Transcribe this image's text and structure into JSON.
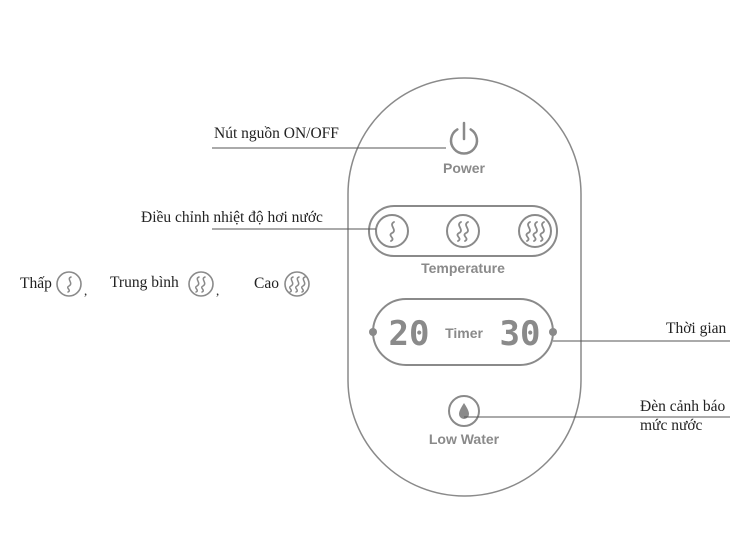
{
  "panel": {
    "power_label": "Power",
    "temperature_label": "Temperature",
    "timer_label": "Timer",
    "timer_left": "20",
    "timer_right": "30",
    "low_water_label": "Low Water"
  },
  "callouts": {
    "power": "Nút nguồn ON/OFF",
    "temperature": "Điều chỉnh nhiệt độ hơi nước",
    "timer": "Thời gian",
    "low_water_line1": "Đèn cảnh báo",
    "low_water_line2": "mức nước"
  },
  "legend": {
    "low": "Thấp",
    "medium": "Trung bình",
    "high": "Cao",
    "separator": ","
  },
  "icons": [
    "power-icon",
    "steam-low-icon",
    "steam-medium-icon",
    "steam-high-icon",
    "water-drop-icon"
  ],
  "colors": {
    "outline": "#8a8a8a",
    "leader_line": "#555555",
    "text": "#222222"
  }
}
